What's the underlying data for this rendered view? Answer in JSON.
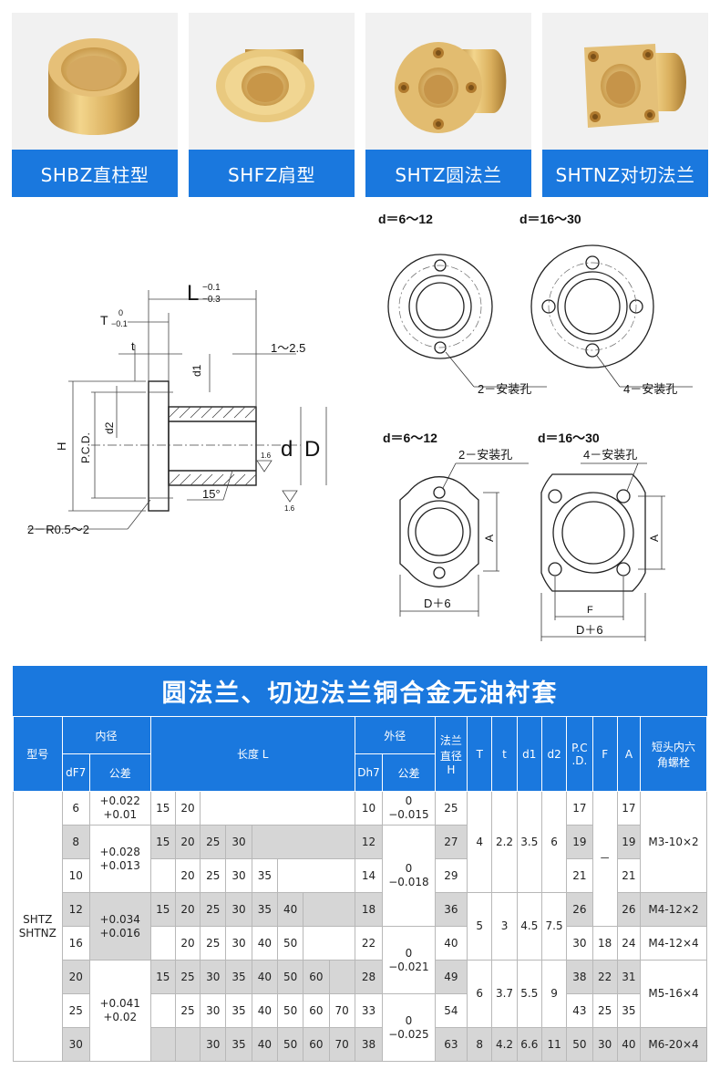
{
  "products": [
    {
      "label": "SHBZ直柱型"
    },
    {
      "label": "SHFZ肩型"
    },
    {
      "label": "SHTZ圆法兰"
    },
    {
      "label": "SHTNZ对切法兰"
    }
  ],
  "drawing": {
    "L": "L",
    "L_tol_top": "−0.1",
    "L_tol_bot": "−0.3",
    "T": "T",
    "T_tol_top": "0",
    "T_tol_bot": "−0.1",
    "t": "t",
    "d1": "d1",
    "d2": "d2",
    "H": "H",
    "pcd": "P.C.D.",
    "gap": "1～2.5",
    "d": "d",
    "D": "D",
    "rough1": "1.6",
    "rough2": "1.6",
    "angle": "15°",
    "radius": "2－R0.5～2",
    "range_small_1": "d＝6～12",
    "range_large_1": "d＝16～30",
    "range_small_2": "d＝6～12",
    "range_large_2": "d＝16～30",
    "holes2_a": "2－安装孔",
    "holes4_a": "4－安装孔",
    "holes2_b": "2－安装孔",
    "holes4_b": "4－安装孔",
    "A1": "A",
    "A2": "A",
    "D6_1": "D＋6",
    "D6_2": "D＋6",
    "F": "F"
  },
  "spec": {
    "title": "圆法兰、切边法兰铜合金无油衬套",
    "h_model": "型号",
    "h_inner": "内径",
    "h_dF7": "dF7",
    "h_tol": "公差",
    "h_length": "长度 L",
    "h_outer": "外径",
    "h_Dh7": "Dh7",
    "h_tol2": "公差",
    "h_flange_1": "法兰",
    "h_flange_2": "直径",
    "h_flange_3": "H",
    "h_T": "T",
    "h_t": "t",
    "h_d1": "d1",
    "h_d2": "d2",
    "h_pcd_1": "P.C",
    "h_pcd_2": ".D.",
    "h_F": "F",
    "h_A": "A",
    "h_bolt_1": "短头内六",
    "h_bolt_2": "角螺栓",
    "model_1": "SHTZ",
    "model_2": "SHTNZ",
    "rows": [
      {
        "d": "6",
        "L": [
          "15",
          "20",
          "",
          "",
          "",
          "",
          "",
          ""
        ],
        "D": "10",
        "H": "25",
        "pcd": "17",
        "A": "17"
      },
      {
        "d": "8",
        "L": [
          "15",
          "20",
          "25",
          "30",
          "",
          "",
          "",
          ""
        ],
        "D": "12",
        "H": "27",
        "pcd": "19",
        "A": "19"
      },
      {
        "d": "10",
        "L": [
          "",
          "20",
          "25",
          "30",
          "35",
          "",
          "",
          ""
        ],
        "D": "14",
        "H": "29",
        "pcd": "21",
        "A": "21"
      },
      {
        "d": "12",
        "L": [
          "15",
          "20",
          "25",
          "30",
          "35",
          "40",
          "",
          ""
        ],
        "D": "18",
        "H": "36",
        "pcd": "26",
        "A": "26"
      },
      {
        "d": "16",
        "L": [
          "",
          "20",
          "25",
          "30",
          "40",
          "50",
          "",
          ""
        ],
        "D": "22",
        "H": "40",
        "pcd": "30",
        "F": "18",
        "A": "24"
      },
      {
        "d": "20",
        "L": [
          "15",
          "25",
          "30",
          "35",
          "40",
          "50",
          "60",
          ""
        ],
        "D": "28",
        "H": "49",
        "pcd": "38",
        "F": "22",
        "A": "31"
      },
      {
        "d": "25",
        "L": [
          "",
          "25",
          "30",
          "35",
          "40",
          "50",
          "60",
          "70"
        ],
        "D": "33",
        "H": "54",
        "pcd": "43",
        "F": "25",
        "A": "35"
      },
      {
        "d": "30",
        "L": [
          "",
          "",
          "30",
          "35",
          "40",
          "50",
          "60",
          "70"
        ],
        "D": "38",
        "H": "63",
        "pcd": "50",
        "F": "30",
        "A": "40"
      }
    ],
    "tol_in": [
      {
        "a": "+0.022",
        "b": "+0.01"
      },
      {
        "a": "+0.028",
        "b": "+0.013"
      },
      {
        "a": "+0.034",
        "b": "+0.016"
      },
      {
        "a": "+0.041",
        "b": "+0.02"
      }
    ],
    "tol_out": [
      {
        "a": "0",
        "b": "−0.015"
      },
      {
        "a": "0",
        "b": "−0.018"
      },
      {
        "a": "0",
        "b": "−0.021"
      },
      {
        "a": "0",
        "b": "−0.025"
      }
    ],
    "groups": [
      {
        "T": "4",
        "t": "2.2",
        "d1": "3.5",
        "d2": "6",
        "bolt": "M3-10×2"
      },
      {
        "T": "5",
        "t": "3",
        "d1": "4.5",
        "d2": "7.5"
      },
      {
        "T": "6",
        "t": "3.7",
        "d1": "5.5",
        "d2": "9",
        "bolt": "M5-16×4"
      },
      {
        "T": "8",
        "t": "4.2",
        "d1": "6.6",
        "d2": "11",
        "bolt": "M6-20×4"
      }
    ],
    "bolt_r4": "M4-12×2",
    "bolt_r5": "M4-12×4",
    "F_dash": "－"
  }
}
